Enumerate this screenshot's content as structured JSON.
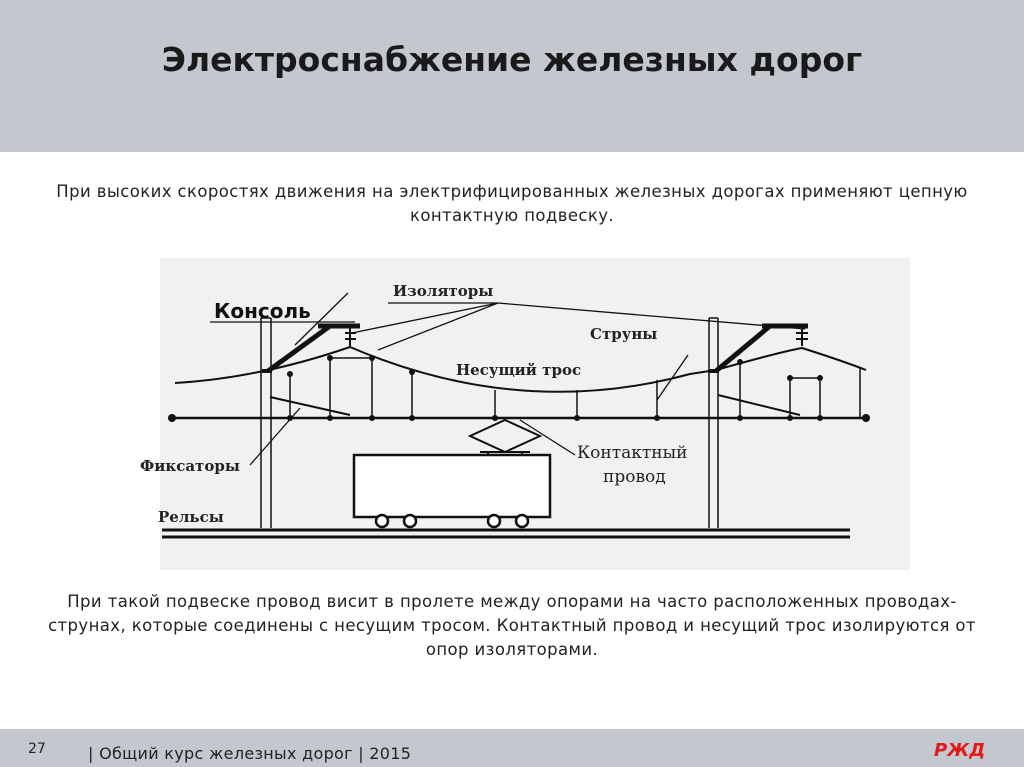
{
  "header": {
    "title": "Электроснабжение железных дорог"
  },
  "intro_text": "При высоких скоростях движения на электрифицированных железных дорогах применяют цепную контактную подвеску.",
  "diagram": {
    "labels": {
      "console": "Консоль",
      "insulators": "Изоляторы",
      "strings": "Струны",
      "carrier_cable": "Несущий трос",
      "fixators": "Фиксаторы",
      "contact_wire_line1": "Контактный",
      "contact_wire_line2": "провод",
      "rails": "Рельсы"
    }
  },
  "bottom_text": "При такой подвеске провод висит в пролете между опорами на часто расположенных проводах-струнах, которые соединены с несущим тросом. Контактный провод и несущий трос изолируются от опор изоляторами.",
  "footer": {
    "page_number": "27",
    "course_text": "|  Общий курс железных дорог  |  2015",
    "logo_text": "РЖД"
  },
  "colors": {
    "header_bg": "#c3c8cf",
    "footer_bg": "#c3c8cf",
    "logo": "#e21a1a"
  }
}
